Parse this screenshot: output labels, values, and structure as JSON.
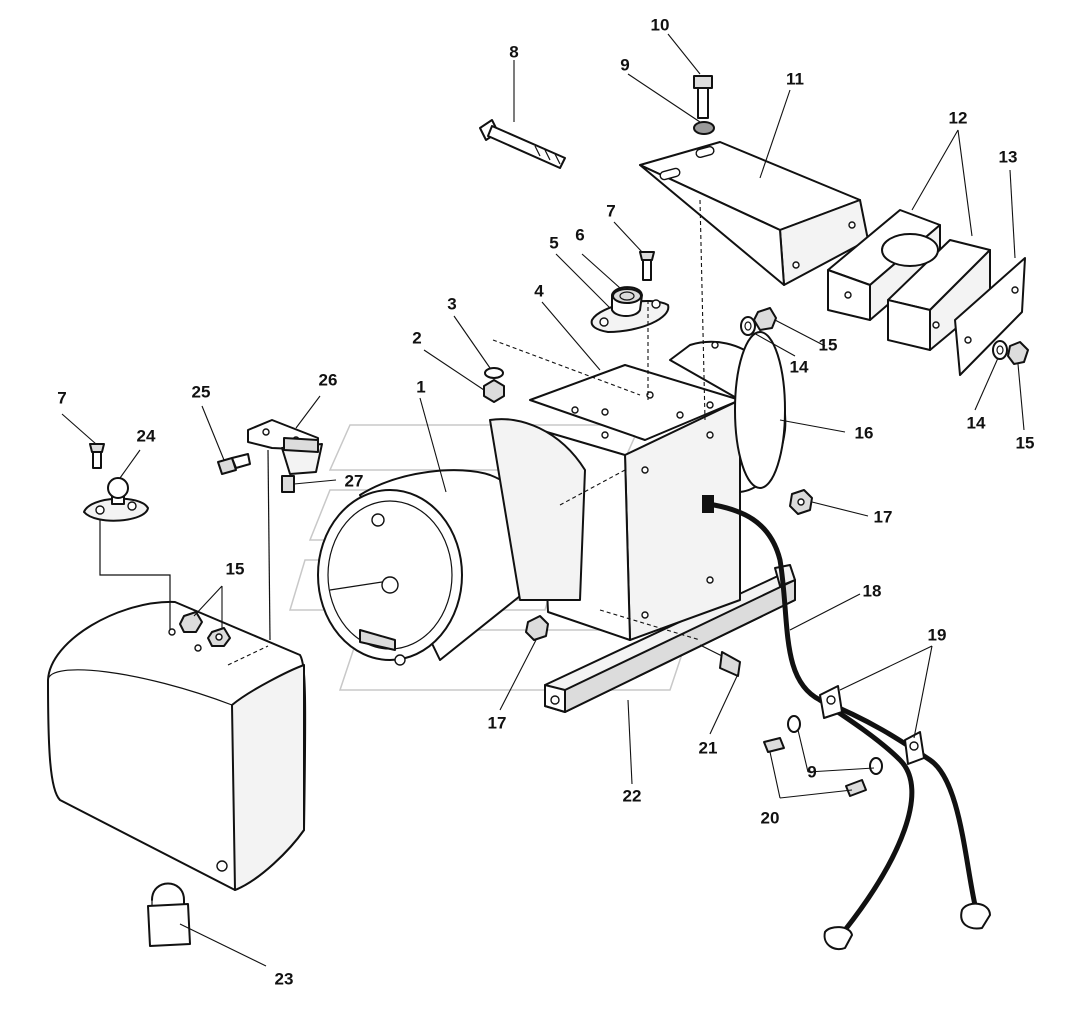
{
  "diagram": {
    "callouts": [
      {
        "id": "c1",
        "label": "1"
      },
      {
        "id": "c2",
        "label": "2"
      },
      {
        "id": "c3",
        "label": "3"
      },
      {
        "id": "c4",
        "label": "4"
      },
      {
        "id": "c5",
        "label": "5"
      },
      {
        "id": "c6",
        "label": "6"
      },
      {
        "id": "c7a",
        "label": "7"
      },
      {
        "id": "c7b",
        "label": "7"
      },
      {
        "id": "c8",
        "label": "8"
      },
      {
        "id": "c9a",
        "label": "9"
      },
      {
        "id": "c9b",
        "label": "9"
      },
      {
        "id": "c10",
        "label": "10"
      },
      {
        "id": "c11",
        "label": "11"
      },
      {
        "id": "c12",
        "label": "12"
      },
      {
        "id": "c13",
        "label": "13"
      },
      {
        "id": "c14a",
        "label": "14"
      },
      {
        "id": "c14b",
        "label": "14"
      },
      {
        "id": "c15a",
        "label": "15"
      },
      {
        "id": "c15b",
        "label": "15"
      },
      {
        "id": "c15c",
        "label": "15"
      },
      {
        "id": "c16",
        "label": "16"
      },
      {
        "id": "c17a",
        "label": "17"
      },
      {
        "id": "c17b",
        "label": "17"
      },
      {
        "id": "c18",
        "label": "18"
      },
      {
        "id": "c19",
        "label": "19"
      },
      {
        "id": "c20",
        "label": "20"
      },
      {
        "id": "c21",
        "label": "21"
      },
      {
        "id": "c22",
        "label": "22"
      },
      {
        "id": "c23",
        "label": "23"
      },
      {
        "id": "c24",
        "label": "24"
      },
      {
        "id": "c25",
        "label": "25"
      },
      {
        "id": "c26",
        "label": "26"
      },
      {
        "id": "c27",
        "label": "27"
      }
    ]
  }
}
